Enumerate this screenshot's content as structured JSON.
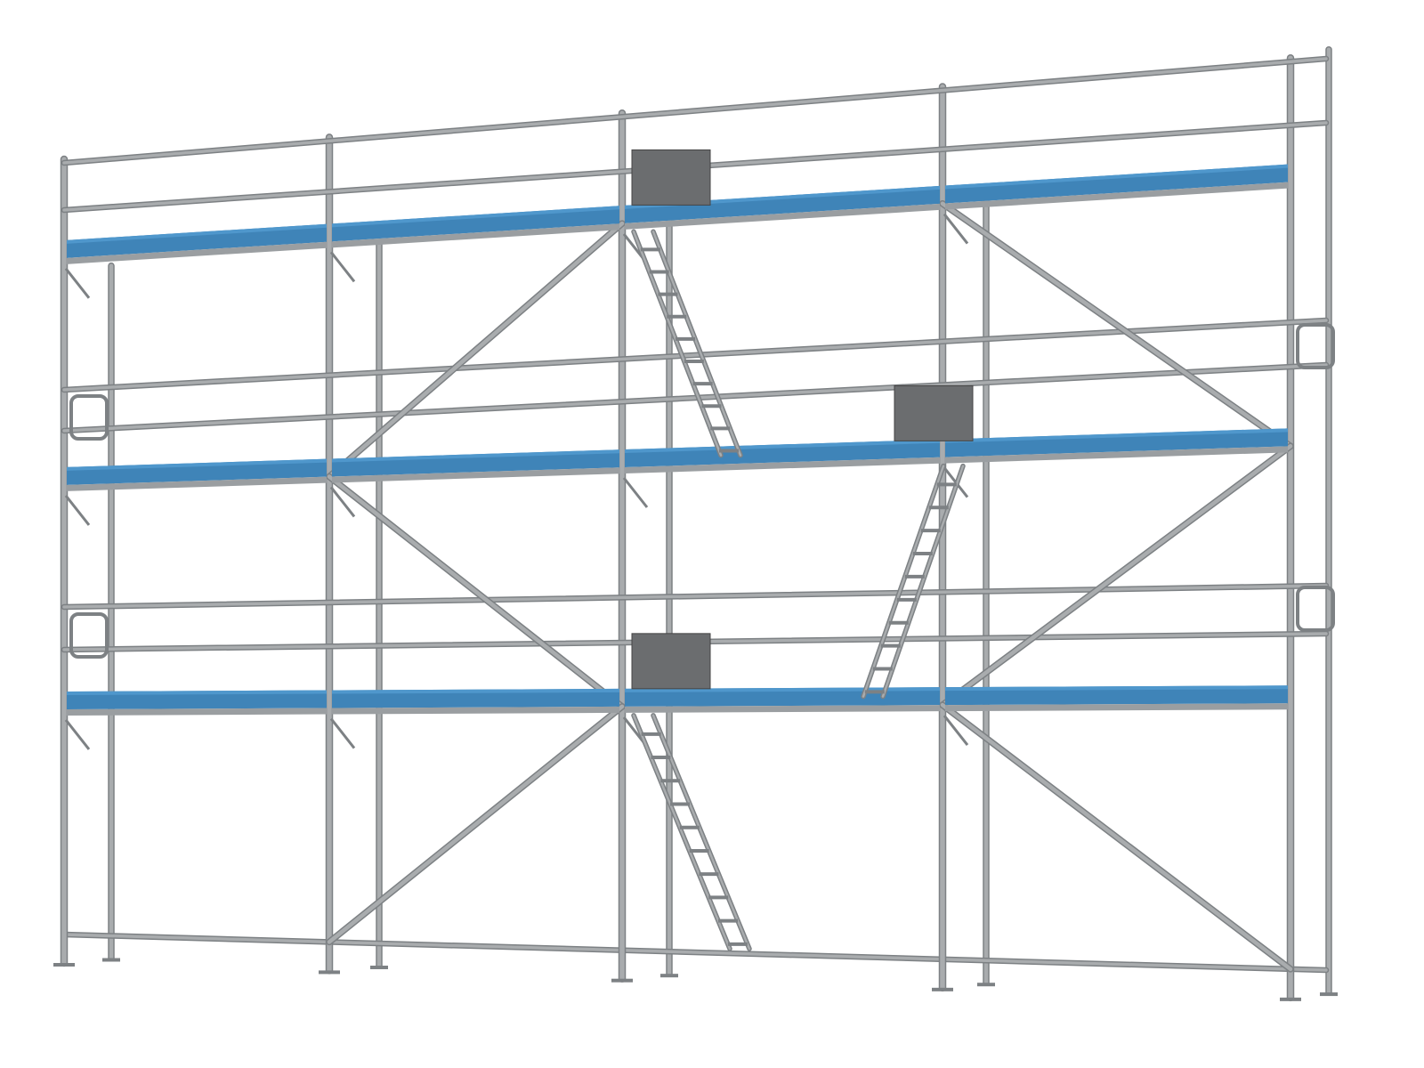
{
  "scene": {
    "subject": "scaffolding",
    "bays": 4,
    "levels": 3,
    "colors": {
      "background": "#ffffff",
      "tube": "#a9acae",
      "tube_dark": "#7d8184",
      "deck": "#3f84b8",
      "deck_top": "#4f97cc",
      "deck_edge": "#9a9ea1",
      "toe_board": "#6b6d6f"
    }
  }
}
